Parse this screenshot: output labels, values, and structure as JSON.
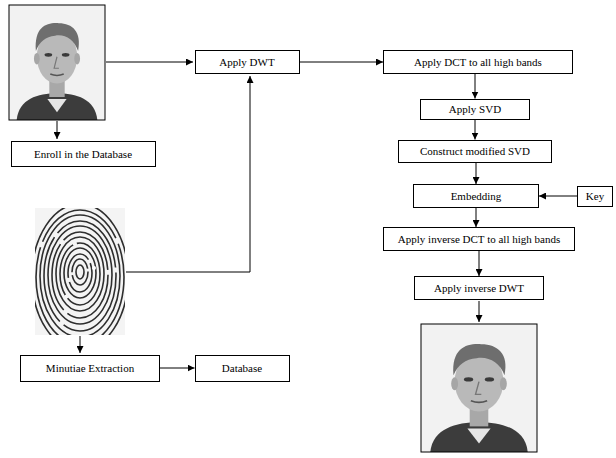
{
  "diagram": {
    "nodes": [
      {
        "text": [
          "Apply DWT"
        ]
      },
      {
        "text": [
          "Apply DCT to all high bands"
        ]
      },
      {
        "text": [
          "Enroll in the Database"
        ]
      },
      {
        "text": [
          "Apply SVD"
        ]
      },
      {
        "text": [
          "Construct modified SVD"
        ]
      },
      {
        "text": [
          "Embedding"
        ]
      },
      {
        "text": [
          "Key"
        ]
      },
      {
        "text": [
          "Apply inverse DCT to all high bands"
        ]
      },
      {
        "text": [
          "Apply inverse DWT"
        ]
      },
      {
        "text": [
          "Minutiae Extraction"
        ]
      },
      {
        "text": [
          "Database"
        ]
      }
    ],
    "edges": [
      {
        "from": 0,
        "to": 1,
        "arrow": "to"
      },
      {
        "from": 1,
        "to": 3,
        "arrow": "to"
      },
      {
        "from": 3,
        "to": 4,
        "arrow": "to"
      },
      {
        "from": 4,
        "to": 5,
        "arrow": "to"
      },
      {
        "from": 6,
        "to": 5,
        "arrow": "to"
      },
      {
        "from": 5,
        "to": 7,
        "arrow": "to"
      },
      {
        "from": 7,
        "to": 8,
        "arrow": "to"
      },
      {
        "from": 9,
        "to": 10,
        "arrow": "to"
      }
    ]
  }
}
